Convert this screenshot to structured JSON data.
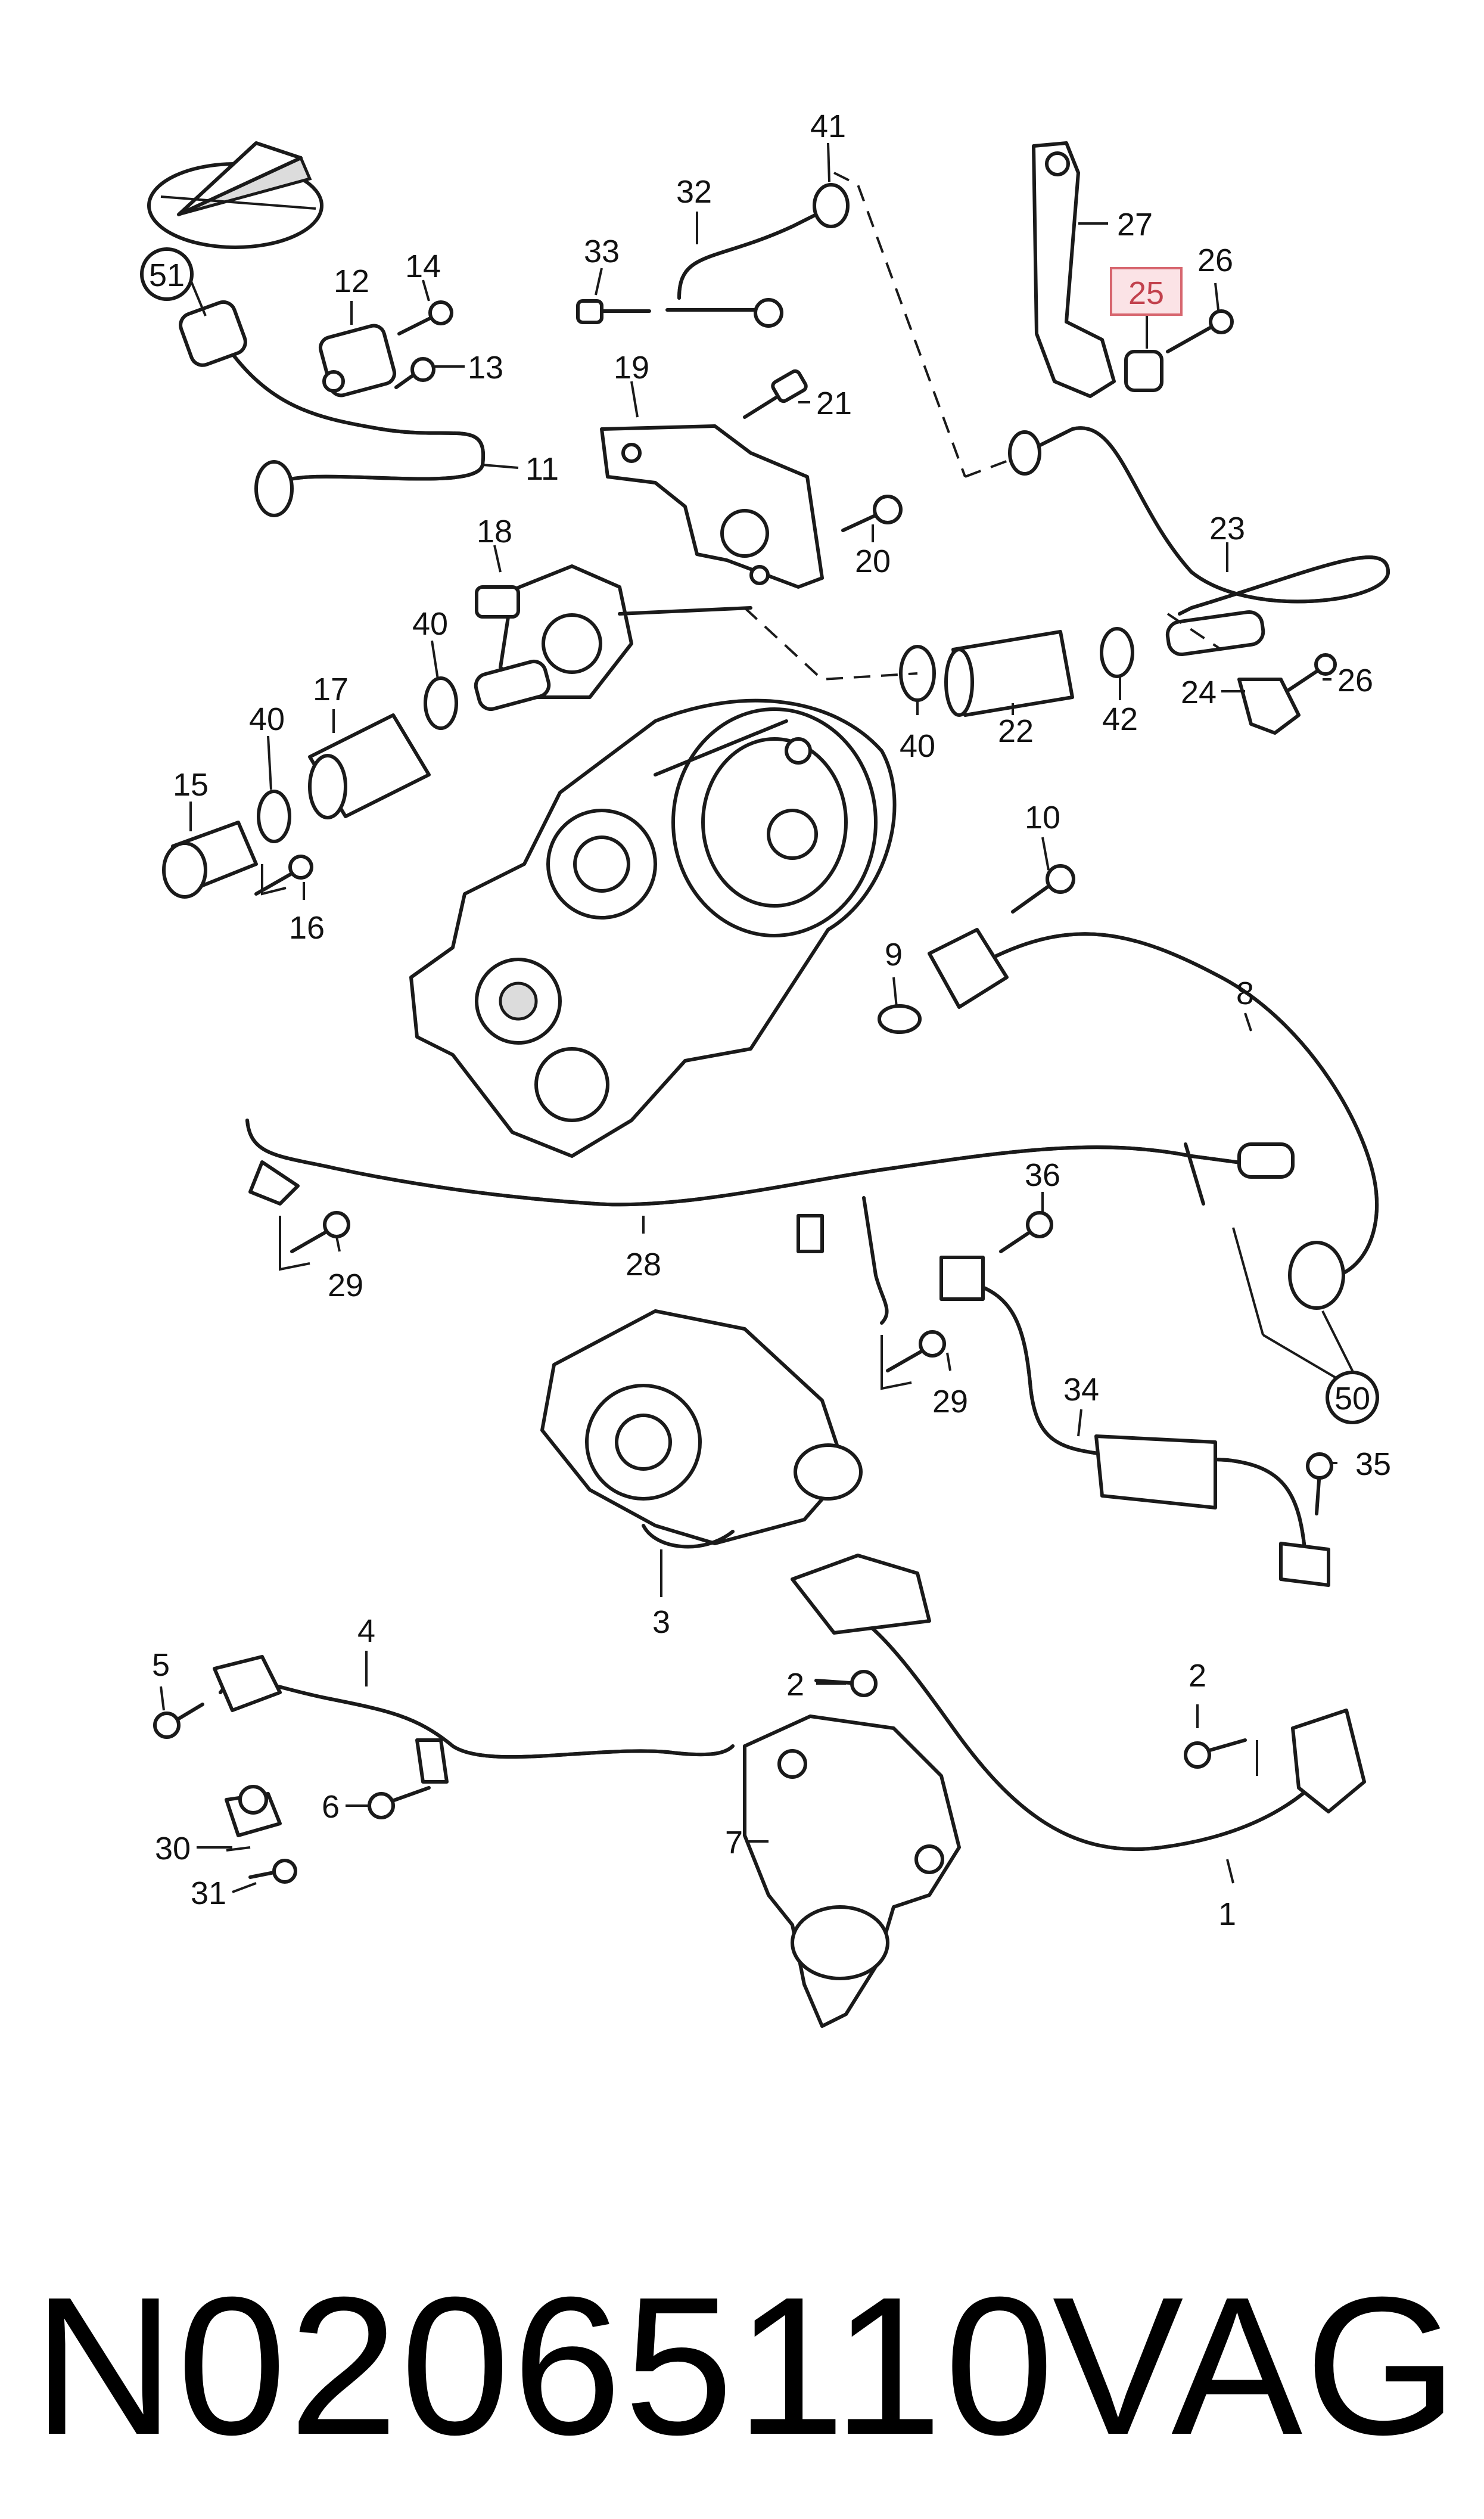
{
  "labels": {
    "p1": "1",
    "p2a": "2",
    "p2b": "2",
    "p3": "3",
    "p4": "4",
    "p5": "5",
    "p6": "6",
    "p7": "7",
    "p8": "8",
    "p9": "9",
    "p10": "10",
    "p11": "11",
    "p12": "12",
    "p13": "13",
    "p14": "14",
    "p15": "15",
    "p16": "16",
    "p17": "17",
    "p18": "18",
    "p19": "19",
    "p20": "20",
    "p21": "21",
    "p22": "22",
    "p23": "23",
    "p24": "24",
    "p25": "25",
    "p26a": "26",
    "p26b": "26",
    "p27": "27",
    "p28": "28",
    "p29a": "29",
    "p29b": "29",
    "p30": "30",
    "p31": "31",
    "p32": "32",
    "p33": "33",
    "p34": "34",
    "p35": "35",
    "p36": "36",
    "p40a": "40",
    "p40b": "40",
    "p40c": "40",
    "p41": "41",
    "p42": "42",
    "p50": "50",
    "p51": "51"
  },
  "highlighted_part": "25",
  "footer": {
    "part_number": "N02065110",
    "brand": "VAG"
  },
  "colors": {
    "line": "#1a1a1a",
    "highlight_fill": "#fbe3e6",
    "highlight_border": "#d7666f"
  }
}
